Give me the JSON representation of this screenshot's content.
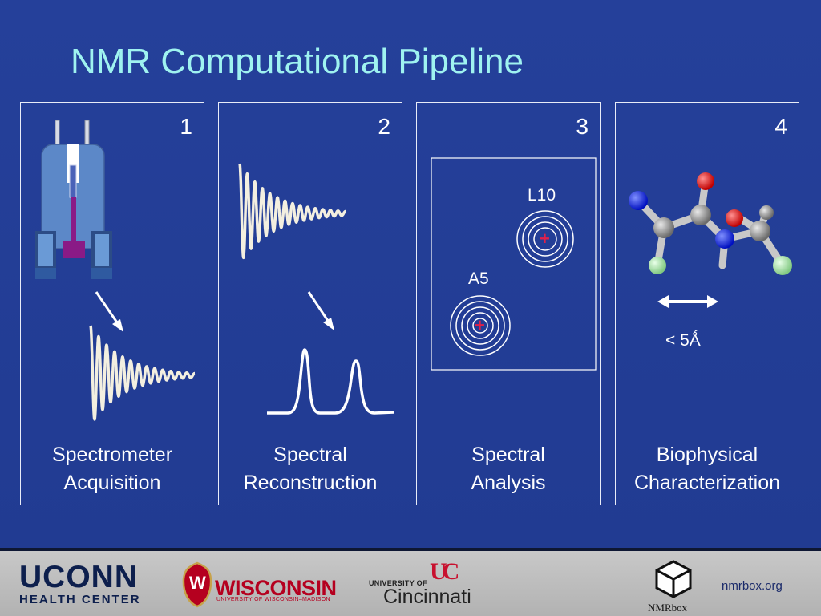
{
  "title": "NMR Computational Pipeline",
  "panels": [
    {
      "number": "1",
      "caption": [
        "Spectrometer",
        "Acquisition"
      ]
    },
    {
      "number": "2",
      "caption": [
        "Spectral",
        "Reconstruction"
      ]
    },
    {
      "number": "3",
      "caption": [
        "Spectral",
        "Analysis"
      ]
    },
    {
      "number": "4",
      "caption": [
        "Biophysical",
        "Characterization"
      ]
    }
  ],
  "peaks": [
    {
      "label": "L10",
      "marker": "+"
    },
    {
      "label": "A5",
      "marker": "+"
    }
  ],
  "distance_label": "< 5Ǻ",
  "footer": {
    "uconn_line1": "UCONN",
    "uconn_line2": "HEALTH CENTER",
    "wisconsin": "WISCONSIN",
    "wisconsin_sub": "UNIVERSITY OF WISCONSIN–MADISON",
    "wisconsin_crest": "W",
    "cincinnati_small": "UNIVERSITY OF",
    "cincinnati_big": "Cincinnati",
    "cincinnati_mark": "UC",
    "nmrbox": "NMRbox",
    "url": "nmrbox.org"
  },
  "colors": {
    "background": "#23409a",
    "title": "#9ff3f0",
    "panel_border": "#e8ecf8",
    "signal": "#f3efe0",
    "peak_marker": "#e0204a",
    "oxygen": "#e01010",
    "nitrogen": "#1030e0",
    "fluorine": "#a8e8a0",
    "carbon": "#9a9a9a"
  }
}
